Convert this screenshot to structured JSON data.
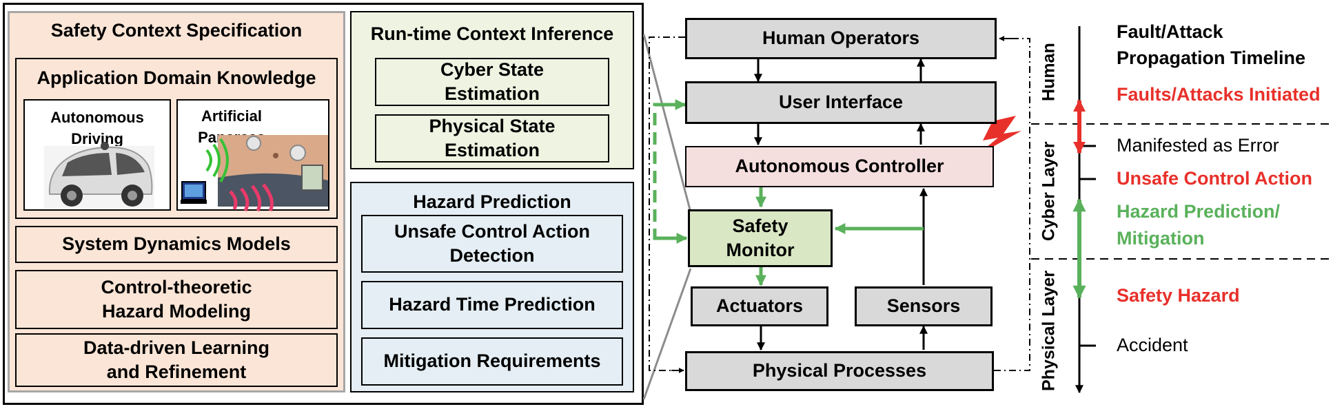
{
  "left_panel": {
    "safety_context": {
      "title": "Safety Context Specification",
      "domain_knowledge": {
        "title": "Application Domain Knowledge",
        "examples": [
          "Autonomous\nDriving",
          "Artificial\nPancreas"
        ]
      },
      "items": [
        "System Dynamics Models",
        "Control-theoretic\nHazard Modeling",
        "Data-driven Learning\nand Refinement"
      ]
    },
    "context_inference": {
      "title": "Run-time Context Inference",
      "items": [
        "Cyber State\nEstimation",
        "Physical State\nEstimation"
      ]
    },
    "hazard_prediction": {
      "title": "Hazard Prediction",
      "items": [
        "Unsafe Control Action\nDetection",
        "Hazard Time Prediction",
        "Mitigation Requirements"
      ]
    }
  },
  "system": {
    "human_operators": "Human Operators",
    "user_interface": "User Interface",
    "autonomous_controller": "Autonomous Controller",
    "safety_monitor": "Safety\nMonitor",
    "actuators": "Actuators",
    "sensors": "Sensors",
    "physical_processes": "Physical Processes"
  },
  "layers": [
    "Human",
    "Cyber Layer",
    "Physical Layer"
  ],
  "timeline": {
    "title": "Fault/Attack\nPropagation Timeline",
    "events": [
      {
        "label": "Faults/Attacks Initiated",
        "color": "#e8302a"
      },
      {
        "label": "Manifested as Error",
        "color": "#000000"
      },
      {
        "label": "Unsafe Control Action",
        "color": "#e8302a"
      },
      {
        "label": "Hazard Prediction/\nMitigation",
        "color": "#5ab15b"
      },
      {
        "label": "Safety Hazard",
        "color": "#e8302a"
      },
      {
        "label": "Accident",
        "color": "#000000"
      }
    ]
  },
  "colors": {
    "green_arrow": "#5ab15b",
    "red_arrow": "#e8302a",
    "lightning": "#e8302a"
  }
}
